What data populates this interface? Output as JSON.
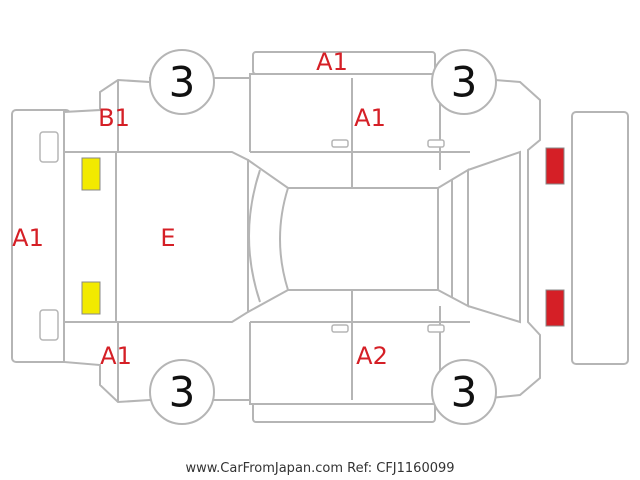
{
  "diagram": {
    "tires": {
      "front_left": "3",
      "front_right": "3",
      "rear_left": "3",
      "rear_right": "3"
    },
    "codes": {
      "roof_top": "A1",
      "fender_front_right": "B1",
      "door_top_right": "A1",
      "front_bumper": "A1",
      "hood": "E",
      "fender_front_left": "A1",
      "door_bottom_right": "A2"
    },
    "lamps": {
      "front_color": "#f2ea00",
      "rear_color": "#d51f26"
    },
    "caption": "www.CarFromJapan.com Ref: CFJ1160099"
  }
}
